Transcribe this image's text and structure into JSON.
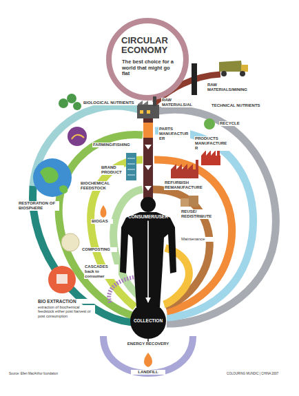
{
  "diagram": {
    "title": "CIRCULAR ECONOMY",
    "nodes": [
      {
        "text": [
          "CONSUMER/USER"
        ]
      },
      {
        "text": [
          "COLLECTION"
        ]
      }
    ],
    "edges": [
      {
        "from": 0,
        "to": 1,
        "arrow": "to"
      }
    ],
    "labels": [
      "The best choice for a world that might go flat",
      "RAW MATERIALS/MINING",
      "RAW MATERIALS/AL",
      "TECHNICAL NUTRIENTS",
      "BIOLOGICAL NUTRIENTS",
      "PARTS MANUFACTURER",
      "RECYCLE",
      "PRODUCTS MANUFACTURER",
      "FARMING/FISHING",
      "BRAND PRODUCT",
      "BIOCHEMICAL FEEDSTOCK",
      "REFURBISH REMANUFACTURE",
      "RESTORATION OF BIOSPHERE",
      "REUSE/ REDISTRIBUTE",
      "BIOGAS",
      "Maintenance",
      "COMPOSTING",
      "CASCADES back to consumer",
      "BIO EXTRACTION",
      "extraction of biochemical feedstock either post harvest or post consumption",
      "ENERGY RECOVERY",
      "LANDFILL",
      "Source: Ellen MacArthur foundation",
      "COLOURING MUNDIC | CHINA 2007"
    ]
  }
}
